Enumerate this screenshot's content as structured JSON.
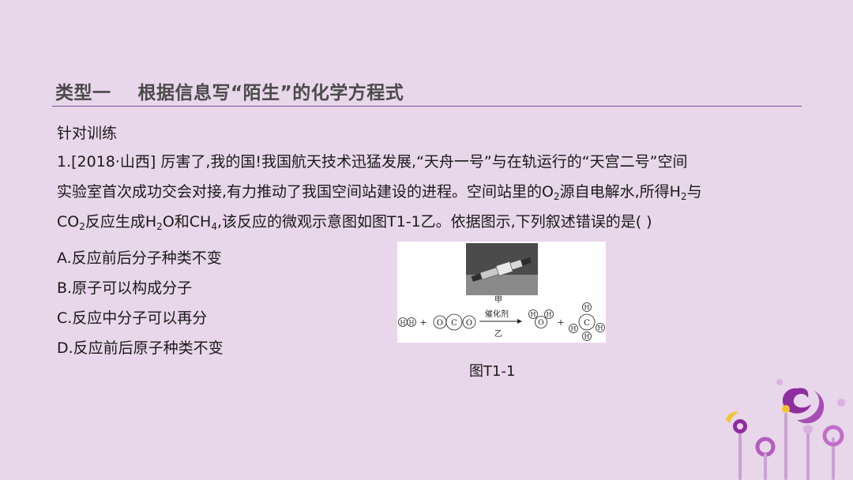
{
  "title": "类型一    根据信息写“陌生”的化学方程式",
  "subheading": "针对训练",
  "question": {
    "line1": "1.[2018·山西] 厉害了,我的国!我国航天技术迅猛发展,“天舟一号”与在轨运行的“天宫二号”空间",
    "line2_a": "实验室首次成功交会对接,有力推动了我国空间站建设的进程。空间站里的O",
    "line2_sub1": "2",
    "line2_b": "源自电解水,所得H",
    "line2_sub2": "2",
    "line2_c": "与",
    "line3_a": "CO",
    "line3_sub1": "2",
    "line3_b": "反应生成H",
    "line3_sub2": "2",
    "line3_c": "O和CH",
    "line3_sub3": "4",
    "line3_d": ",该反应的微观示意图如图T1-1乙。依据图示,下列叙述错误的是(      )"
  },
  "options": [
    "A.反应前后分子种类不变",
    "B.原子可以构成分子",
    "C.反应中分子可以再分",
    "D.反应前后原子种类不变"
  ],
  "figure": {
    "label_jia": "甲",
    "label_yi": "乙",
    "catalyst": "催化剂",
    "plus": "+",
    "atom_h": "H",
    "atom_o": "O",
    "atom_c": "C",
    "caption": "图T1-1"
  },
  "colors": {
    "background": "#e8d6ea",
    "accent": "#7b4fa0",
    "title": "#4a4a4a"
  }
}
